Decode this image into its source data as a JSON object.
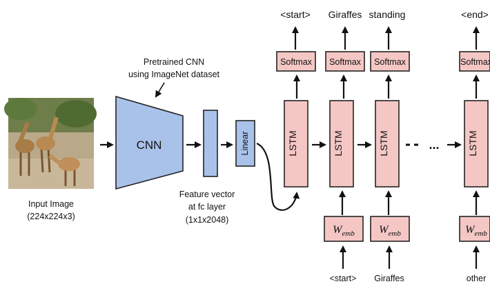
{
  "input": {
    "label_line1": "Input Image",
    "label_line2": "(224x224x3)"
  },
  "cnn": {
    "label": "CNN",
    "annotation_line1": "Pretrained CNN",
    "annotation_line2": "using ImageNet dataset"
  },
  "feature": {
    "label_line1": "Feature vector",
    "label_line2": "at fc layer",
    "label_line3": "(1x1x2048)"
  },
  "linear": {
    "label": "Linear"
  },
  "lstm_label": "LSTM",
  "softmax_label": "Softmax",
  "wemb": {
    "main": "W",
    "sub": "emb"
  },
  "ellipsis": "...",
  "outputs": [
    "<start>",
    "Giraffes",
    "standing",
    "<end>"
  ],
  "inputs": [
    "<start>",
    "Giraffes",
    "other"
  ],
  "colors": {
    "lstm_fill": "#f4c7c5",
    "cnn_fill": "#a9c2ea"
  }
}
